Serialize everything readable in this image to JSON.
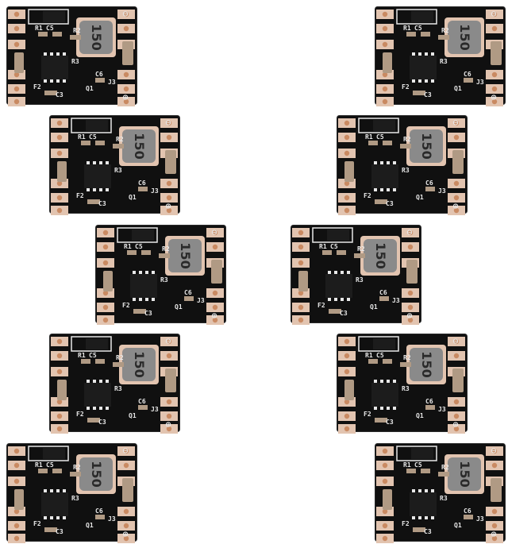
{
  "colors": {
    "background": "#ffffff",
    "pcb": "#101010",
    "pcb_edge": "#2b2b2b",
    "pad_copper": "#c98a62",
    "pad_ring": "#e2c4b0",
    "silkscreen": "#e8e8e8",
    "inductor": "#8a8a8a",
    "chip": "#1c1c1c",
    "smd": "#b09a84"
  },
  "board": {
    "inductor_code": "150",
    "labels": {
      "r1": "R1",
      "c5": "C5",
      "r2": "R2",
      "r3": "R3",
      "c6": "C6",
      "j3": "J3",
      "q1": "Q1",
      "f2": "F2",
      "c3": "C3",
      "minus": "⊖",
      "plus": "⊕"
    }
  },
  "boards": [
    {
      "id": "b1"
    },
    {
      "id": "b2"
    },
    {
      "id": "b3"
    },
    {
      "id": "b4"
    },
    {
      "id": "b5"
    },
    {
      "id": "b6"
    },
    {
      "id": "b7"
    },
    {
      "id": "b8"
    },
    {
      "id": "b9"
    },
    {
      "id": "b10"
    }
  ]
}
